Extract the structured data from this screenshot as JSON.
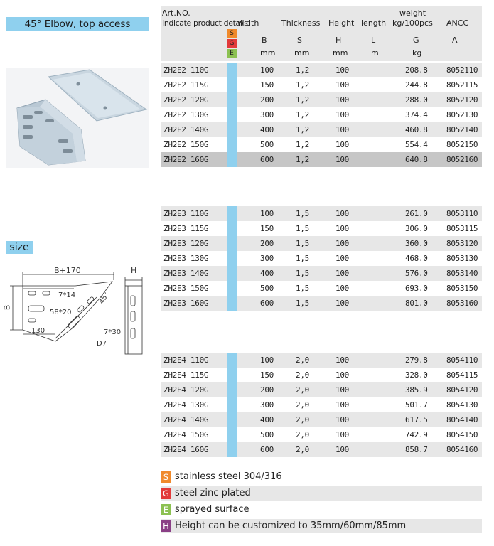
{
  "product": {
    "title": "45° Elbow, top access",
    "size_label": "size"
  },
  "header": {
    "art_no": "Art.NO.",
    "indicate": "Indicate product details",
    "width": "width",
    "thickness": "Thickness",
    "height": "Height",
    "length": "length",
    "weight": "weight",
    "weight_unit": "kg/100pcs",
    "ancc": "ANCC",
    "sym_width": "B",
    "sym_thickness": "S",
    "sym_height": "H",
    "sym_length": "L",
    "sym_weight": "G",
    "sym_ancc": "A",
    "unit_width": "mm",
    "unit_thickness": "mm",
    "unit_height": "mm",
    "unit_length": "m",
    "unit_weight": "kg"
  },
  "finish_tags": {
    "s": "S",
    "g": "G",
    "e": "E"
  },
  "colors": {
    "accent_blue": "#8fd0ee",
    "stainless_orange": "#f08a2c",
    "zinc_red": "#e23a3a",
    "sprayed_green": "#8cc152",
    "height_purple": "#8a3f86"
  },
  "groups": [
    {
      "rows": [
        {
          "art": "ZH2E2 110G",
          "b": "100",
          "s": "1,2",
          "h": "100",
          "g": "208.8",
          "a": "8052110"
        },
        {
          "art": "ZH2E2 115G",
          "b": "150",
          "s": "1,2",
          "h": "100",
          "g": "244.8",
          "a": "8052115"
        },
        {
          "art": "ZH2E2 120G",
          "b": "200",
          "s": "1,2",
          "h": "100",
          "g": "288.0",
          "a": "8052120"
        },
        {
          "art": "ZH2E2 130G",
          "b": "300",
          "s": "1,2",
          "h": "100",
          "g": "374.4",
          "a": "8052130"
        },
        {
          "art": "ZH2E2 140G",
          "b": "400",
          "s": "1,2",
          "h": "100",
          "g": "460.8",
          "a": "8052140"
        },
        {
          "art": "ZH2E2 150G",
          "b": "500",
          "s": "1,2",
          "h": "100",
          "g": "554.4",
          "a": "8052150"
        },
        {
          "art": "ZH2E2 160G",
          "b": "600",
          "s": "1,2",
          "h": "100",
          "g": "640.8",
          "a": "8052160"
        }
      ]
    },
    {
      "rows": [
        {
          "art": "ZH2E3 110G",
          "b": "100",
          "s": "1,5",
          "h": "100",
          "g": "261.0",
          "a": "8053110"
        },
        {
          "art": "ZH2E3 115G",
          "b": "150",
          "s": "1,5",
          "h": "100",
          "g": "306.0",
          "a": "8053115"
        },
        {
          "art": "ZH2E3 120G",
          "b": "200",
          "s": "1,5",
          "h": "100",
          "g": "360.0",
          "a": "8053120"
        },
        {
          "art": "ZH2E3 130G",
          "b": "300",
          "s": "1,5",
          "h": "100",
          "g": "468.0",
          "a": "8053130"
        },
        {
          "art": "ZH2E3 140G",
          "b": "400",
          "s": "1,5",
          "h": "100",
          "g": "576.0",
          "a": "8053140"
        },
        {
          "art": "ZH2E3 150G",
          "b": "500",
          "s": "1,5",
          "h": "100",
          "g": "693.0",
          "a": "8053150"
        },
        {
          "art": "ZH2E3 160G",
          "b": "600",
          "s": "1,5",
          "h": "100",
          "g": "801.0",
          "a": "8053160"
        }
      ]
    },
    {
      "rows": [
        {
          "art": "ZH2E4 110G",
          "b": "100",
          "s": "2,0",
          "h": "100",
          "g": "279.8",
          "a": "8054110"
        },
        {
          "art": "ZH2E4 115G",
          "b": "150",
          "s": "2,0",
          "h": "100",
          "g": "328.0",
          "a": "8054115"
        },
        {
          "art": "ZH2E4 120G",
          "b": "200",
          "s": "2,0",
          "h": "100",
          "g": "385.9",
          "a": "8054120"
        },
        {
          "art": "ZH2E4 130G",
          "b": "300",
          "s": "2,0",
          "h": "100",
          "g": "501.7",
          "a": "8054130"
        },
        {
          "art": "ZH2E4 140G",
          "b": "400",
          "s": "2,0",
          "h": "100",
          "g": "617.5",
          "a": "8054140"
        },
        {
          "art": "ZH2E4 150G",
          "b": "500",
          "s": "2,0",
          "h": "100",
          "g": "742.9",
          "a": "8054150"
        },
        {
          "art": "ZH2E4 160G",
          "b": "600",
          "s": "2,0",
          "h": "100",
          "g": "858.7",
          "a": "8054160"
        }
      ]
    }
  ],
  "drawing": {
    "dim_width": "B+170",
    "dim_height": "H",
    "dim_b": "B",
    "slot_top": "7*14",
    "slot_mid": "58*20",
    "dim_130": "130",
    "angle": "45°",
    "slot_side": "7*30",
    "hole": "D7"
  },
  "legend": [
    {
      "key": "S",
      "text": "stainless steel 304/316"
    },
    {
      "key": "G",
      "text": "steel zinc plated"
    },
    {
      "key": "E",
      "text": "sprayed surface"
    },
    {
      "key": "H",
      "text": "Height can be customized to 35mm/60mm/85mm"
    }
  ]
}
